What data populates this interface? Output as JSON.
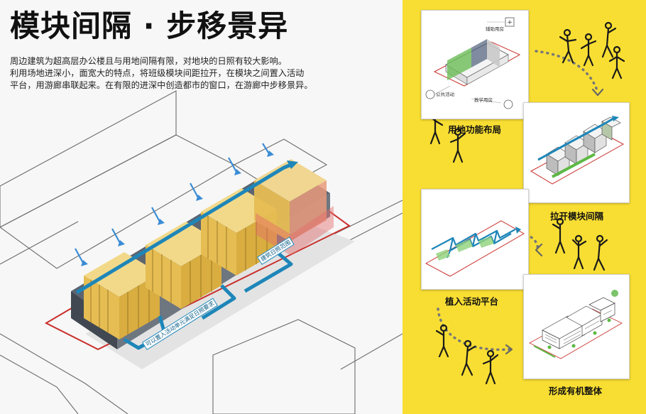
{
  "title": "模块间隔 · 步移景异",
  "description": [
    "周边建筑为超高层办公楼且与用地间隔有限，对地块的日照有较大影响。",
    "利用场地进深小，面宽大的特点，将班级模块间距拉开，在模块之间置入活动",
    "平台，用游廊串联起来。在有限的进深中创造都市的窗口，在游廊中步移景异。"
  ],
  "axon_labels": {
    "sunlight_range": "建筑日照范围",
    "activity_sunlight": "可以置入活动单元满足日照要求"
  },
  "steps": [
    {
      "label": "用地功能布局",
      "tags": [
        "辅助用房",
        "公共活动",
        "教学用房"
      ]
    },
    {
      "label": "拉开模块间隔"
    },
    {
      "label": "植入活动平台"
    },
    {
      "label": "形成有机整体"
    }
  ],
  "colors": {
    "accent_yellow": "#f8de32",
    "corridor_blue": "#1e86b8",
    "module_gold": "#e8c25a",
    "site_red": "#c9302c",
    "green": "#5db843"
  }
}
